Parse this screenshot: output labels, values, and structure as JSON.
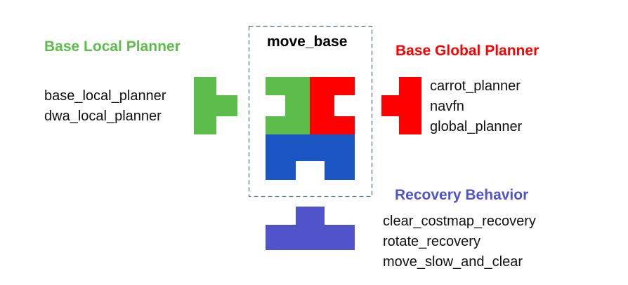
{
  "top_text": "",
  "center": {
    "title": "move_base",
    "border_color": "#5b7190"
  },
  "local_planner": {
    "heading": "Base Local Planner",
    "color": "#5dbd4b",
    "items": [
      "base_local_planner",
      "dwa_local_planner"
    ]
  },
  "global_planner": {
    "heading": "Base Global Planner",
    "color": "#ff0000",
    "items": [
      "carrot_planner",
      "navfn",
      "global_planner"
    ]
  },
  "recovery": {
    "heading": "Recovery Behavior",
    "color": "#5053c9",
    "items": [
      "clear_costmap_recovery",
      "rotate_recovery",
      "move_slow_and_clear"
    ]
  },
  "blue_block_color": "#1b55c4"
}
